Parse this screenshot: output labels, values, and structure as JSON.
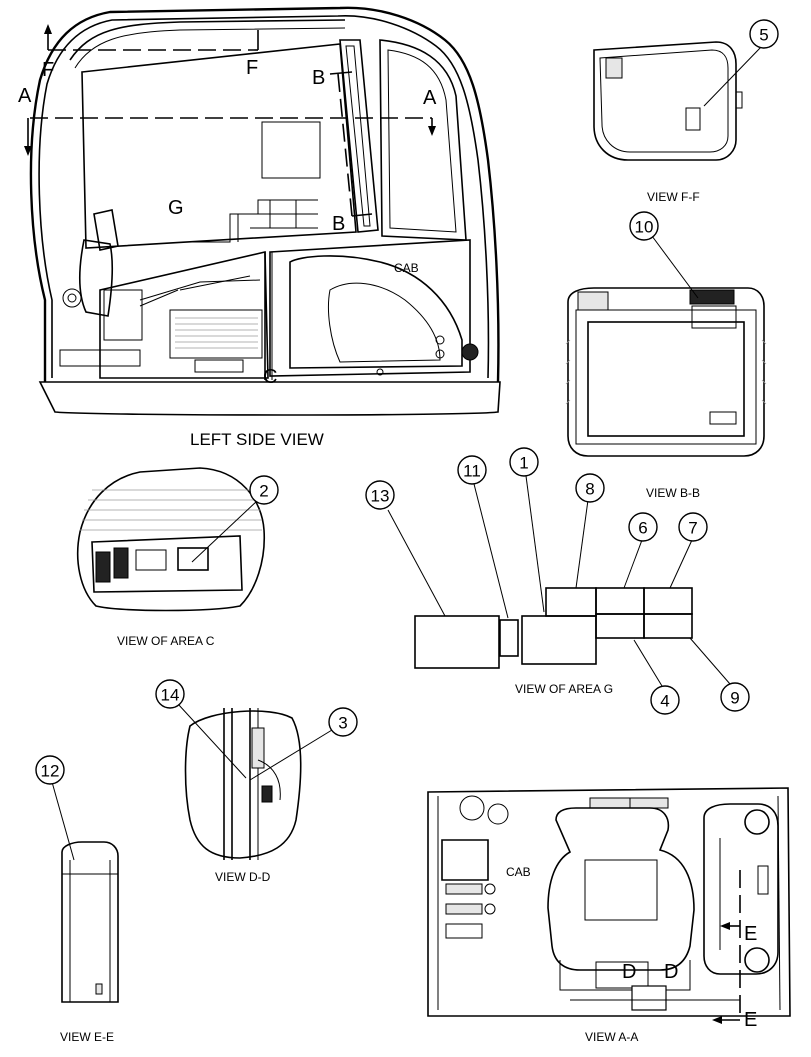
{
  "views": {
    "left_side": "LEFT SIDE VIEW",
    "f_f": "VIEW F-F",
    "b_b": "VIEW B-B",
    "area_c": "VIEW OF AREA C",
    "area_g": "VIEW OF AREA G",
    "d_d": "VIEW D-D",
    "e_e": "VIEW E-E",
    "a_a": "VIEW A-A"
  },
  "section_letters": {
    "f": "F",
    "a": "A",
    "b": "B",
    "c": "C",
    "g": "G",
    "d": "D",
    "e": "E"
  },
  "cab_labels": {
    "side": "CAB",
    "top": "CAB"
  },
  "callouts": {
    "n1": "1",
    "n2": "2",
    "n3": "3",
    "n4": "4",
    "n5": "5",
    "n6": "6",
    "n7": "7",
    "n8": "8",
    "n9": "9",
    "n10": "10",
    "n11": "11",
    "n12": "12",
    "n13": "13",
    "n14": "14"
  }
}
